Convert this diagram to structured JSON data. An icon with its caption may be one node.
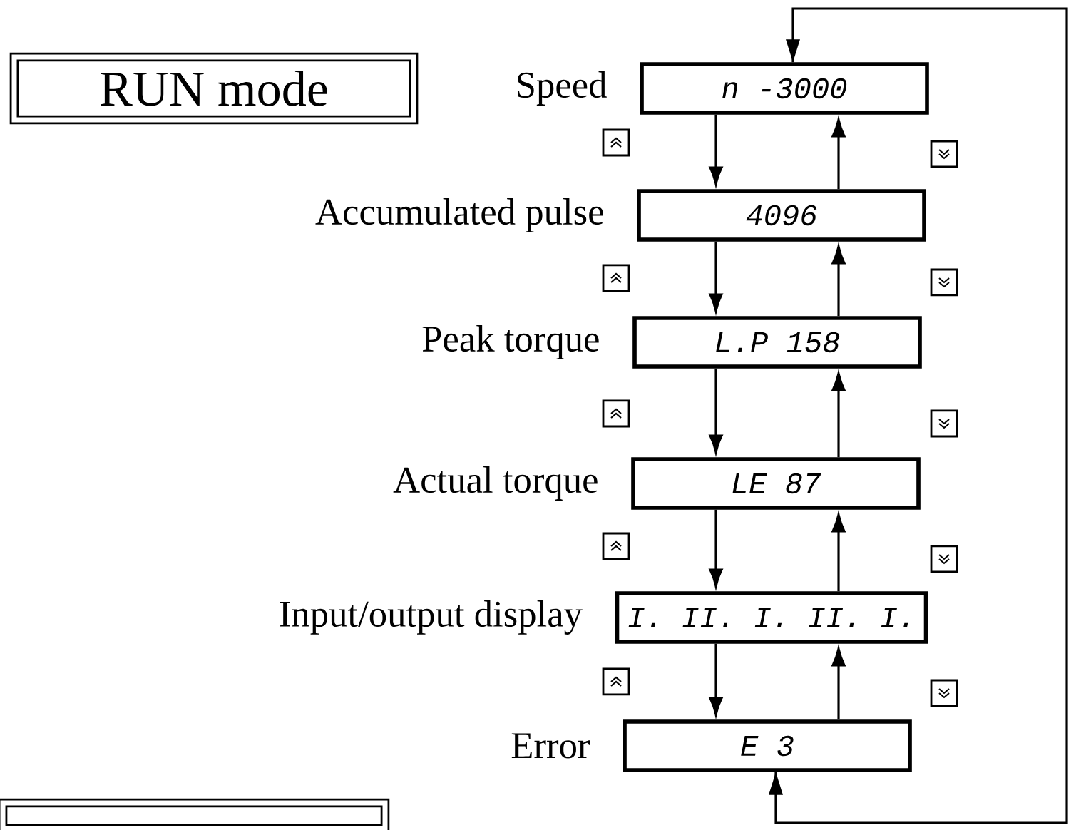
{
  "diagram": {
    "nodes": [
      {
        "text": [
          "RUN mode"
        ]
      },
      {
        "text": [
          "n -3000"
        ],
        "beside": [
          "Speed"
        ]
      },
      {
        "text": [
          "4096"
        ],
        "beside": [
          "Accumulated pulse"
        ]
      },
      {
        "text": [
          "L.P 158"
        ],
        "beside": [
          "Peak torque"
        ]
      },
      {
        "text": [
          "LE 87"
        ],
        "beside": [
          "Actual torque"
        ]
      },
      {
        "text": [
          "I. II. I. II. I."
        ],
        "beside": [
          "Input/output display"
        ]
      },
      {
        "text": [
          "E 3"
        ],
        "beside": [
          "Error"
        ]
      },
      {
        "text": [],
        "shape": "box"
      }
    ],
    "edges": [
      {
        "from": 1,
        "to": 2,
        "arrow": "to"
      },
      {
        "from": 2,
        "to": 1,
        "arrow": "to"
      },
      {
        "from": 2,
        "to": 3,
        "arrow": "to"
      },
      {
        "from": 3,
        "to": 2,
        "arrow": "to"
      },
      {
        "from": 3,
        "to": 4,
        "arrow": "to"
      },
      {
        "from": 4,
        "to": 3,
        "arrow": "to"
      },
      {
        "from": 4,
        "to": 5,
        "arrow": "to"
      },
      {
        "from": 5,
        "to": 4,
        "arrow": "to"
      },
      {
        "from": 5,
        "to": 6,
        "arrow": "to"
      },
      {
        "from": 6,
        "to": 5,
        "arrow": "to"
      },
      {
        "from": 6,
        "to": 1,
        "arrow": "both"
      }
    ]
  }
}
